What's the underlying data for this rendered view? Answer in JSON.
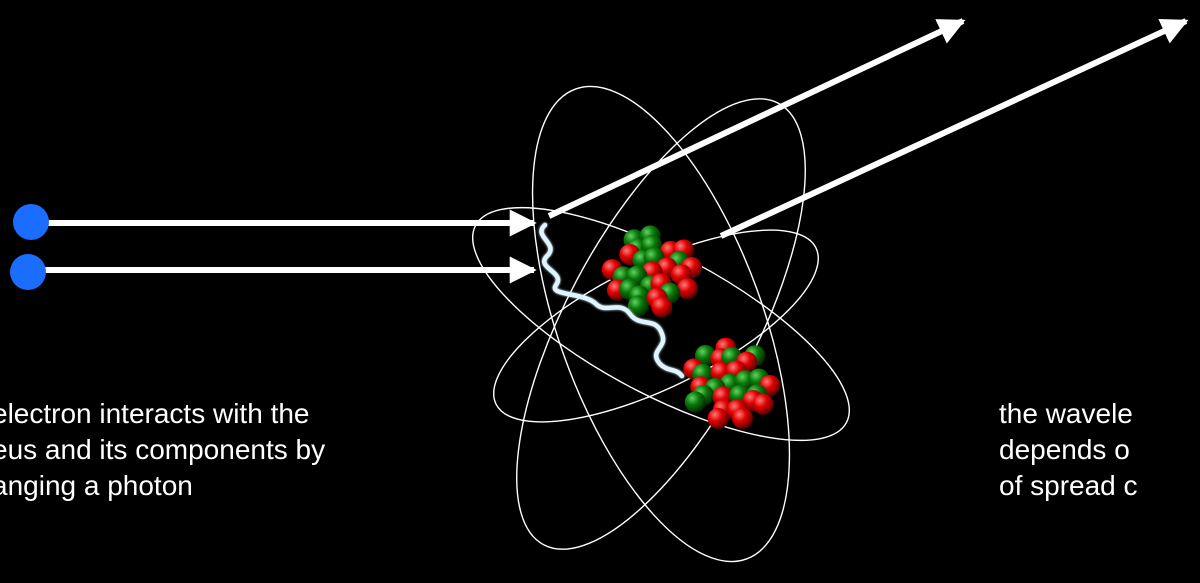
{
  "colors": {
    "background": "#000000",
    "electron": "#1a6dff",
    "beam": "#ffffff",
    "orbit": "#ffffff",
    "proton": "#e00000",
    "neutron": "#0a7a0a",
    "photon": "#dff4ff"
  },
  "left_caption": {
    "line1": "electron interacts with the",
    "line2": "eus and its components by",
    "line3": "anging a photon"
  },
  "right_caption": {
    "line1": "the wavele",
    "line2": "depends o",
    "line3": "of spread c"
  }
}
